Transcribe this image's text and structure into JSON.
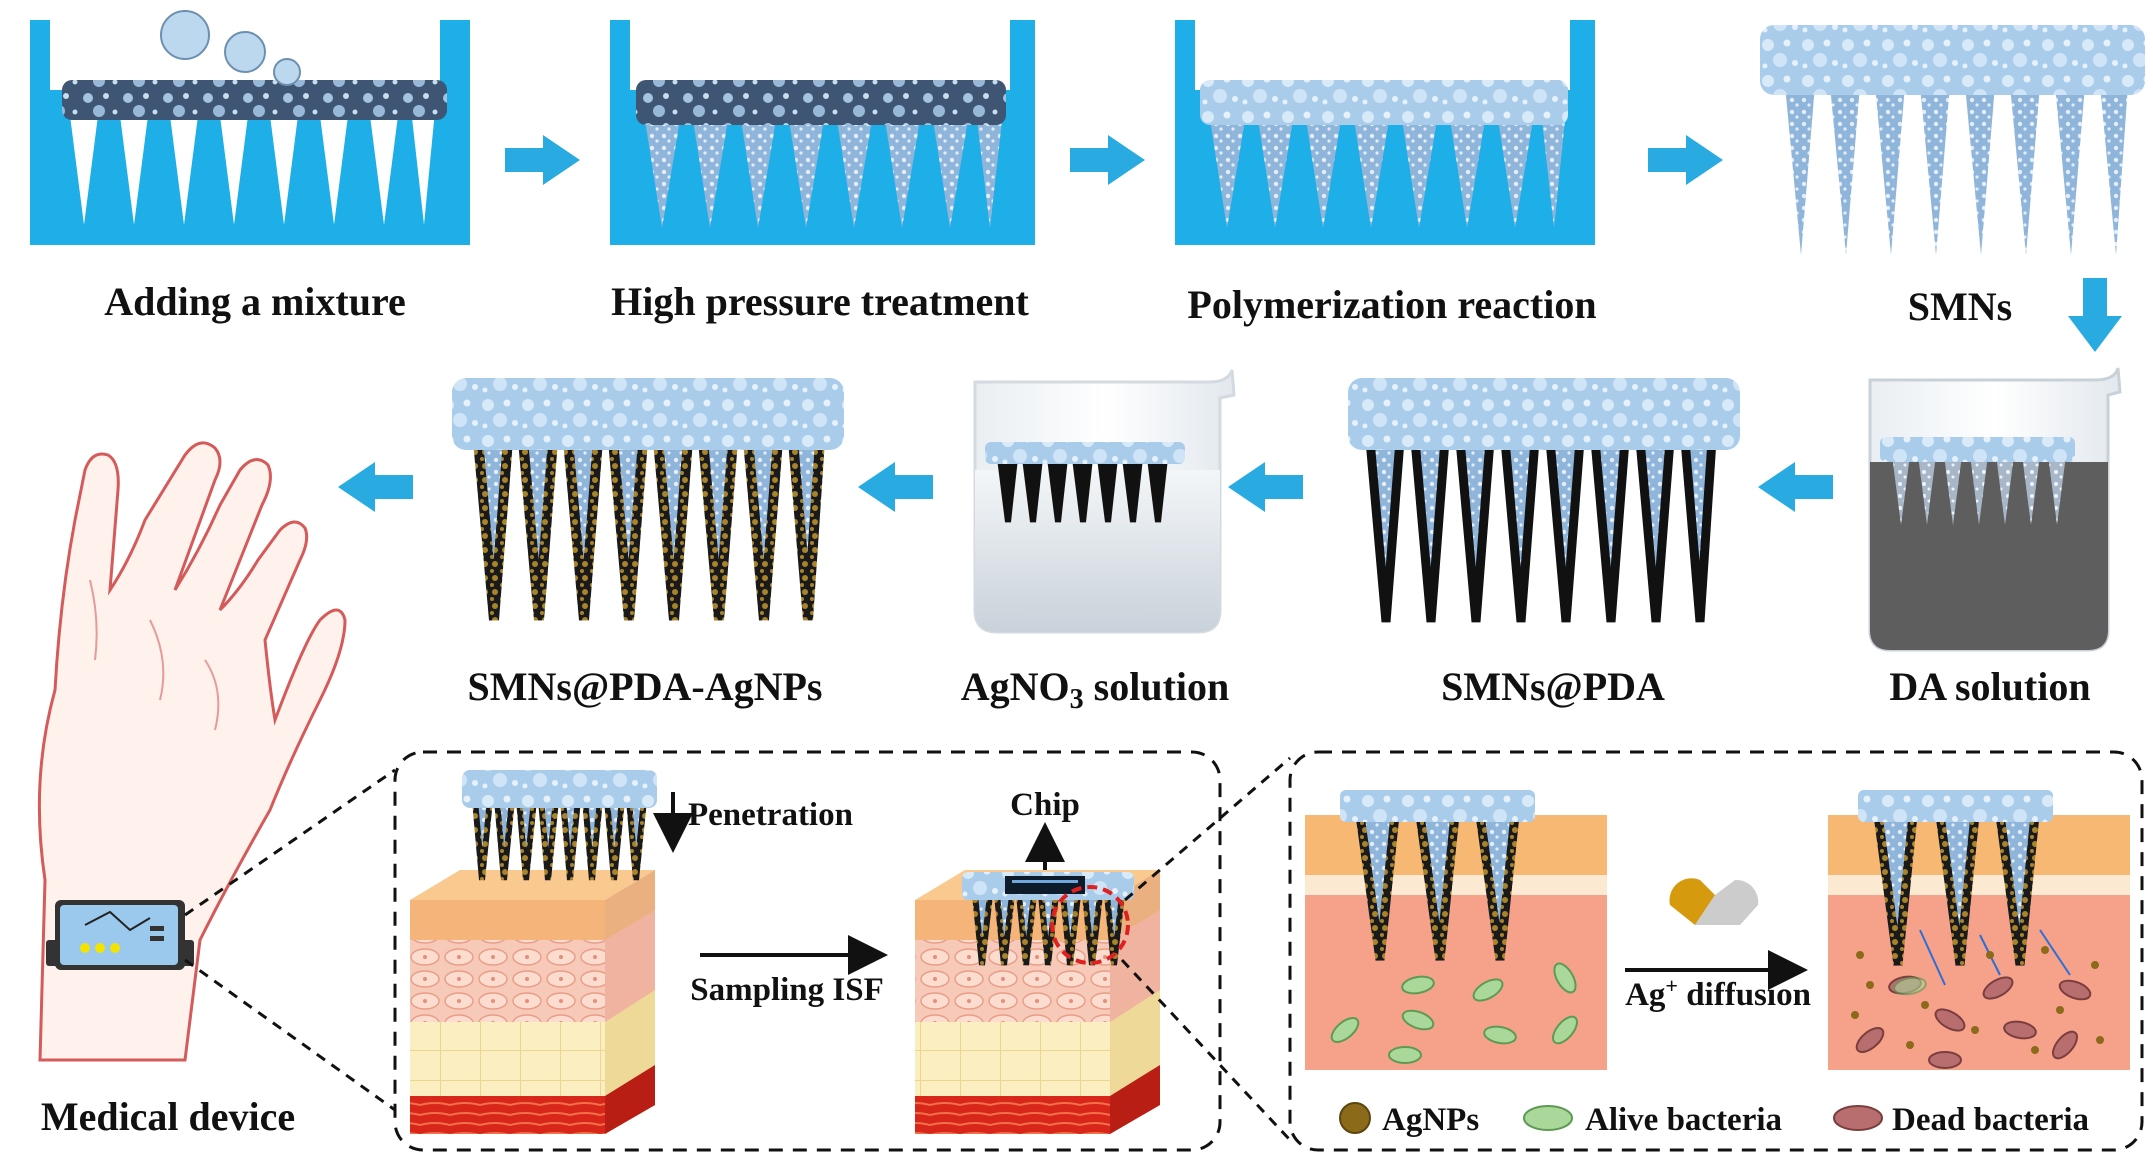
{
  "top_row": {
    "step1_label": "Adding a mixture",
    "step2_label": "High pressure treatment",
    "step3_label": "Polymerization reaction",
    "step4_label": "SMNs"
  },
  "middle_row": {
    "da_label": "DA solution",
    "pda_label": "SMNs@PDA",
    "agno3_label_main": "AgNO",
    "agno3_label_sub": "3",
    "agno3_label_tail": " solution",
    "agnps_label": "SMNs@PDA-AgNPs"
  },
  "bottom_row": {
    "device_label": "Medical device",
    "penetration_label": "Penetration",
    "sampling_label": "Sampling ISF",
    "chip_label": "Chip",
    "diffusion_label_main": "Ag",
    "diffusion_label_sup": "+",
    "diffusion_label_tail": " diffusion"
  },
  "legend": {
    "agnps": "AgNPs",
    "alive": "Alive bacteria",
    "dead": "Dead bacteria"
  },
  "colors": {
    "mold_blue": "#1EAEE8",
    "arrow_blue": "#29ABE2",
    "gel_light": "#A9CCEB",
    "gel_dark": "#3E5573",
    "pda_black": "#111111",
    "agnp_brown": "#8B6A1A",
    "skin_epidermis": "#F5B57A",
    "skin_dermis": "#F6A18A",
    "skin_fat": "#FBEEC0",
    "skin_muscle": "#D8261A",
    "alive_green": "#A9D89A",
    "dead_red": "#B86E6E"
  }
}
